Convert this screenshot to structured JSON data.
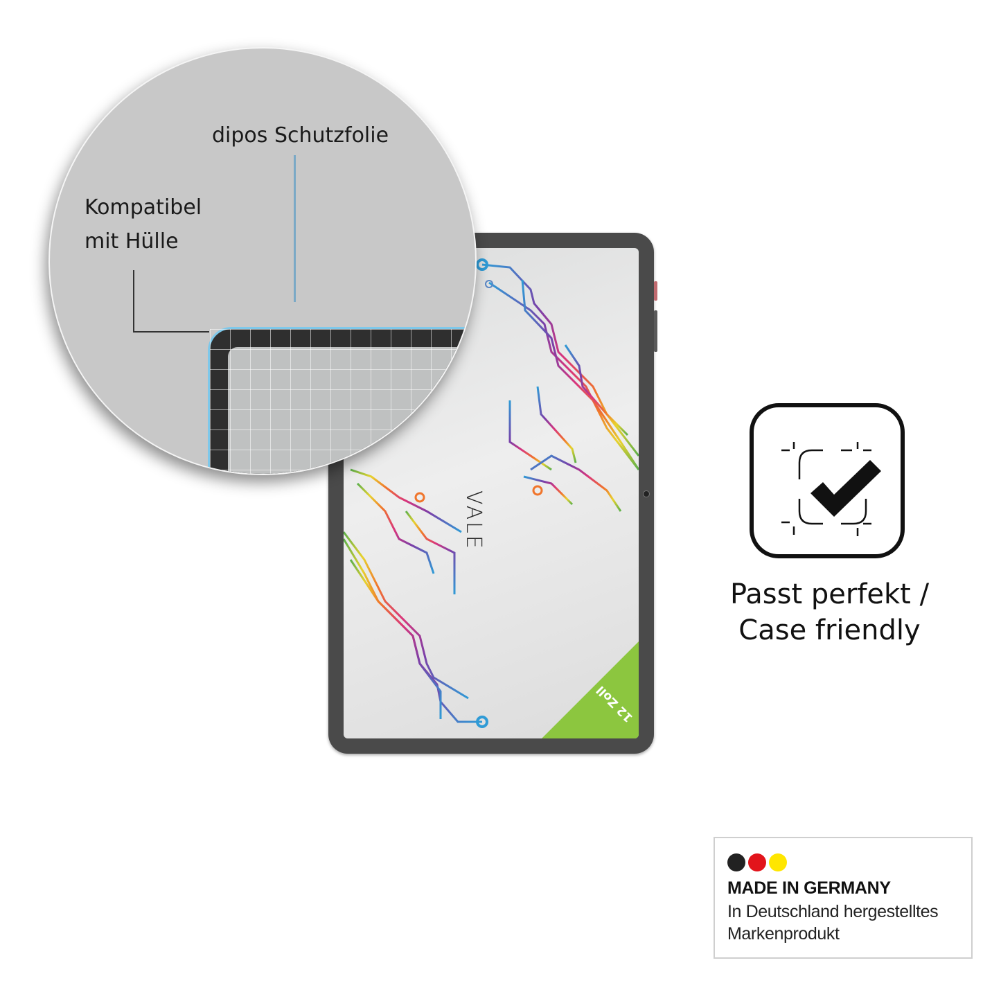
{
  "callout": {
    "film_label": "dipos Schutzfolie",
    "compat_label_line1": "Kompatibel",
    "compat_label_line2": "mit Hülle",
    "film_edge_color": "#7ec8ea",
    "leader_line_color": "#7aa9c6"
  },
  "tablet": {
    "brand": "VALE",
    "size_badge": "12 Zoll",
    "size_badge_color": "#8cc63f",
    "bezel_color": "#4a4a4a"
  },
  "feature": {
    "icon": "check-in-frame-icon",
    "label_line1": "Passt perfekt /",
    "label_line2": "Case friendly"
  },
  "badge": {
    "dots": [
      "#222222",
      "#e2141b",
      "#ffe600"
    ],
    "title": "MADE IN GERMANY",
    "line1": "In Deutschland hergestelltes",
    "line2": "Markenprodukt"
  }
}
